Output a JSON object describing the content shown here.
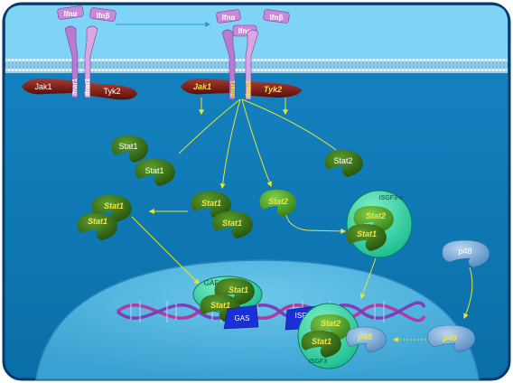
{
  "receptors": {
    "left": {
      "ifna": "Ifnα",
      "ifnb": "Ifnβ",
      "ifnar1": "Ifnar1",
      "ifnar2": "Ifnar2",
      "jak1": "Jak1",
      "tyk2": "Tyk2"
    },
    "right": {
      "ifna": "Ifnα",
      "ifnb": "Ifnβ",
      "ifnar1": "Ifnar1",
      "ifnar2": "Ifnar2",
      "jak1": "Jak1",
      "tyk2": "Tyk2"
    }
  },
  "proteins": {
    "stat1_inactive_a": "Stat1",
    "stat1_inactive_b": "Stat1",
    "stat2_inactive": "Stat2",
    "stat1_act_1": "Stat1",
    "stat1_act_2": "Stat1",
    "stat2_act": "Stat2",
    "stat1_dimer_top": "Stat1",
    "stat1_dimer_bottom": "Stat1"
  },
  "complexes": {
    "isgf3a": {
      "label": "ISGF3-α",
      "stat2": "Stat2",
      "stat1": "Stat1"
    },
    "p48_cyto": "p48",
    "p48_nuc": "p48",
    "gaf": {
      "label": "GAF",
      "stat1_top": "Stat1",
      "stat1_bottom": "Stat1",
      "gas": "GAS"
    },
    "isgf3": {
      "label": "ISGF3",
      "stat2": "Stat2",
      "stat1": "Stat1",
      "p48": "p48",
      "isre": "ISRE"
    }
  },
  "colors": {
    "cell_bg": "#0f7ab8",
    "outside": "#7fd4f5",
    "nucleus": "#4fb3dd",
    "membrane": "#9fd6ee",
    "arrow": "#e6e62c",
    "protein": "#2f6b14",
    "receptor": "#c88ad8",
    "kinase": "#7a1a14",
    "complex": "#19c79a",
    "p48": "#6a9fd0",
    "dna1": "#b33aa6",
    "dna2": "#7b3fb8",
    "gas": "#1a2fd6"
  }
}
